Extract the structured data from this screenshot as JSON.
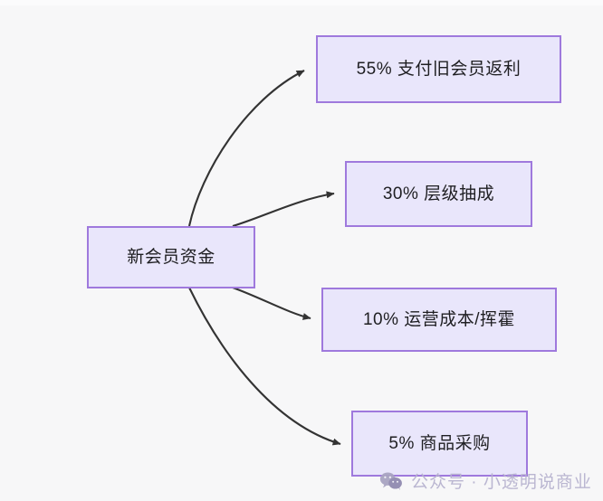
{
  "diagram": {
    "type": "flow-diagram",
    "background_color": "#f7f7f8",
    "node_fill_color": "#e9e6fb",
    "node_border_color": "#9f79dd",
    "edge_color": "#3a3a3a",
    "text_color": "#1f1f22",
    "source": {
      "id": "source-node",
      "label": "新会员资金"
    },
    "targets": [
      {
        "id": "target-node-1",
        "label": "55% 支付旧会员返利",
        "percent": "55%",
        "name": "支付旧会员返利"
      },
      {
        "id": "target-node-2",
        "label": "30% 层级抽成",
        "percent": "30%",
        "name": "层级抽成"
      },
      {
        "id": "target-node-3",
        "label": "10% 运营成本/挥霍",
        "percent": "10%",
        "name": "运营成本/挥霍"
      },
      {
        "id": "target-node-4",
        "label": "5% 商品采购",
        "percent": "5%",
        "name": "商品采购"
      }
    ],
    "edges": [
      {
        "from": "新会员资金",
        "to": "55% 支付旧会员返利"
      },
      {
        "from": "新会员资金",
        "to": "30% 层级抽成"
      },
      {
        "from": "新会员资金",
        "to": "10% 运营成本/挥霍"
      },
      {
        "from": "新会员资金",
        "to": "5% 商品采购"
      }
    ]
  },
  "watermark": {
    "icon": "wechat-icon",
    "text": "公众号 · 小透明说商业",
    "color": "#b7b3cf"
  }
}
